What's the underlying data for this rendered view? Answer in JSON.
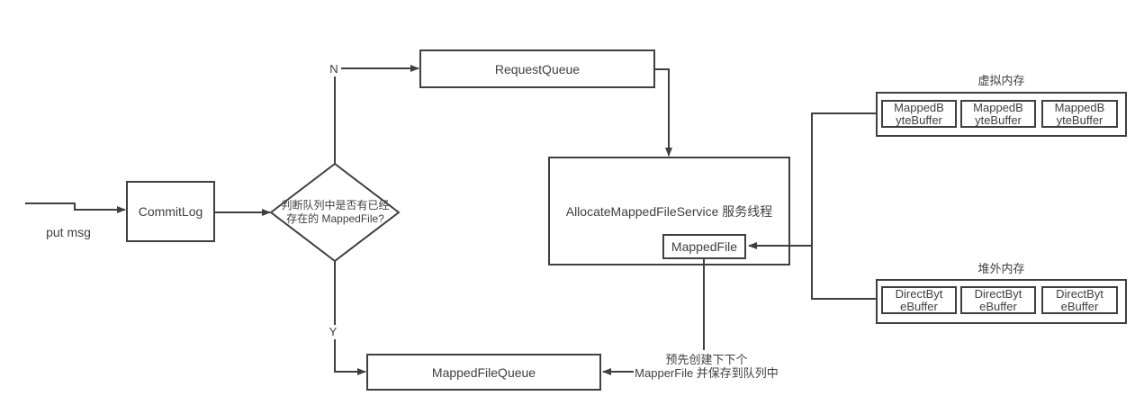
{
  "canvas": {
    "background": "#ffffff",
    "stroke_color": "#3f3f3f"
  },
  "flow": {
    "put_msg": "put msg",
    "commit_log": "CommitLog",
    "decision": "判断队列中是否有已经\n存在的 MappedFile?",
    "branch_no": "N",
    "branch_yes": "Y",
    "request_queue": "RequestQueue",
    "allocate_service": "AllocateMappedFileService 服务线程",
    "mapped_file": "MappedFile",
    "mapped_file_queue": "MappedFileQueue",
    "precreate_note": "预先创建下下个\nMapperFile 并保存到队列中"
  },
  "memory": {
    "virtual": {
      "title": "虚拟内存",
      "buffers": [
        "MappedB\nyteBuffer",
        "MappedB\nyteBuffer",
        "MappedB\nyteBuffer"
      ]
    },
    "offheap": {
      "title": "堆外内存",
      "buffers": [
        "DirectByt\neBuffer",
        "DirectByt\neBuffer",
        "DirectByt\neBuffer"
      ]
    }
  }
}
